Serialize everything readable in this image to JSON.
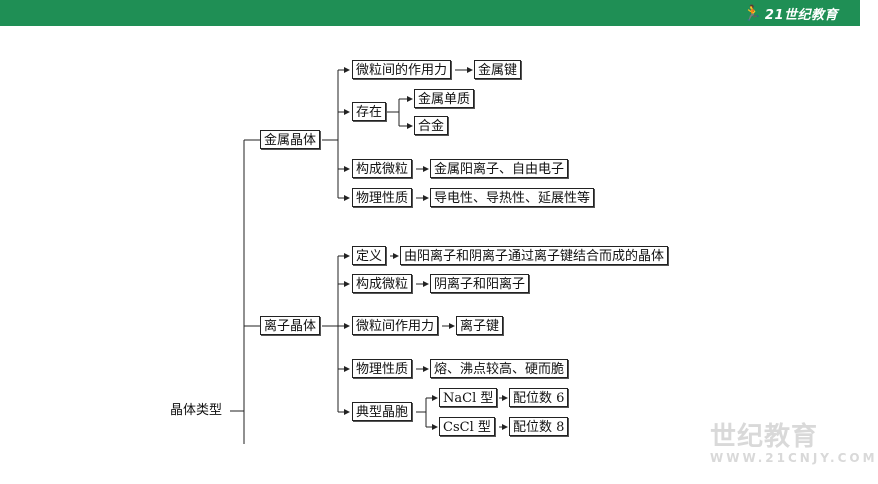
{
  "header": {
    "logo_text": "21世纪教育",
    "icon": "runner-icon",
    "bar_color": "#1f8f55"
  },
  "diagram": {
    "root": "晶体类型",
    "metal": {
      "label": "金属晶体",
      "items": {
        "force": "微粒间的作用力",
        "force_value": "金属键",
        "exist": "存在",
        "exist_a": "金属单质",
        "exist_b": "合金",
        "particles": "构成微粒",
        "particles_value": "金属阳离子、自由电子",
        "props": "物理性质",
        "props_value": "导电性、导热性、延展性等"
      }
    },
    "ionic": {
      "label": "离子晶体",
      "items": {
        "def": "定义",
        "def_value": "由阳离子和阴离子通过离子键结合而成的晶体",
        "particles": "构成微粒",
        "particles_value": "阴离子和阳离子",
        "force": "微粒间作用力",
        "force_value": "离子键",
        "props": "物理性质",
        "props_value": "熔、沸点较高、硬而脆",
        "typical": "典型晶胞",
        "nacl": "NaCl 型",
        "nacl_value": "配位数 6",
        "cscl": "CsCl 型",
        "cscl_value": "配位数 8"
      }
    }
  },
  "watermark": {
    "cn": "世纪教育",
    "en": "WWW.21CNJY.COM"
  }
}
